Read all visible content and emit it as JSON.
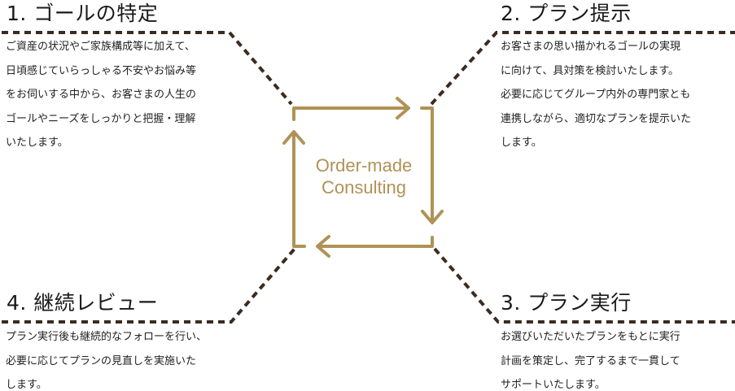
{
  "center": {
    "line1": "Order-made",
    "line2": "Consulting"
  },
  "colors": {
    "accent": "#b09256",
    "dash": "#3b2b20"
  },
  "steps": [
    {
      "title": "1. ゴールの特定",
      "lines": [
        "ご資産の状況やご家族構成等に加えて、",
        "日頃感じていらっしゃる不安やお悩み等",
        "をお伺いする中から、お客さまの人生の",
        "ゴールやニーズをしっかりと把握・理解",
        "いたします。"
      ]
    },
    {
      "title": "2. プラン提示",
      "lines": [
        "お客さまの思い描かれるゴールの実現",
        "に向けて、具対策を検討いたします。",
        "必要に応じてグループ内外の専門家とも",
        "連携しながら、適切なプランを提示いた",
        "します。"
      ]
    },
    {
      "title": "3. プラン実行",
      "lines": [
        "お選びいただいたプランをもとに実行",
        "計画を策定し、完了するまで一貫して",
        "サポートいたします。"
      ]
    },
    {
      "title": "4. 継続レビュー",
      "lines": [
        "プラン実行後も継続的なフォローを行い、",
        "必要に応じてプランの見直しを実施いた",
        "します。"
      ]
    }
  ]
}
